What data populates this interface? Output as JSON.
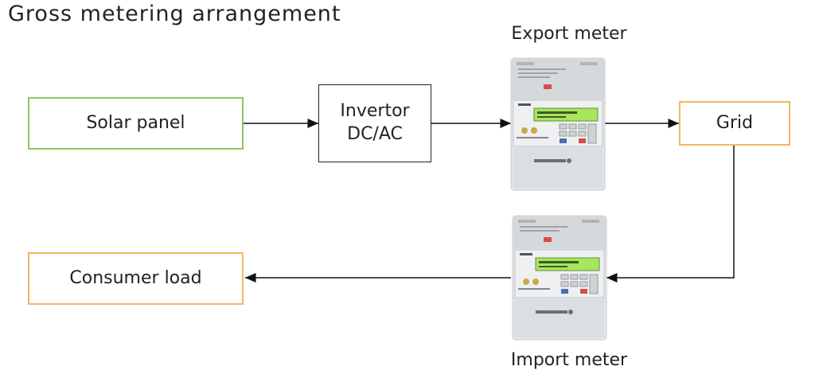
{
  "title": "Gross metering arrangement",
  "nodes": {
    "solar": "Solar panel",
    "inverter_line1": "Invertor",
    "inverter_line2": "DC/AC",
    "grid": "Grid",
    "consumer": "Consumer load"
  },
  "meters": {
    "export": "Export meter",
    "import": "Import meter"
  },
  "colors": {
    "solar_border": "#8cc56a",
    "grid_border": "#f0b860",
    "consumer_border": "#f0b860",
    "lcd": "#a6e65a"
  }
}
